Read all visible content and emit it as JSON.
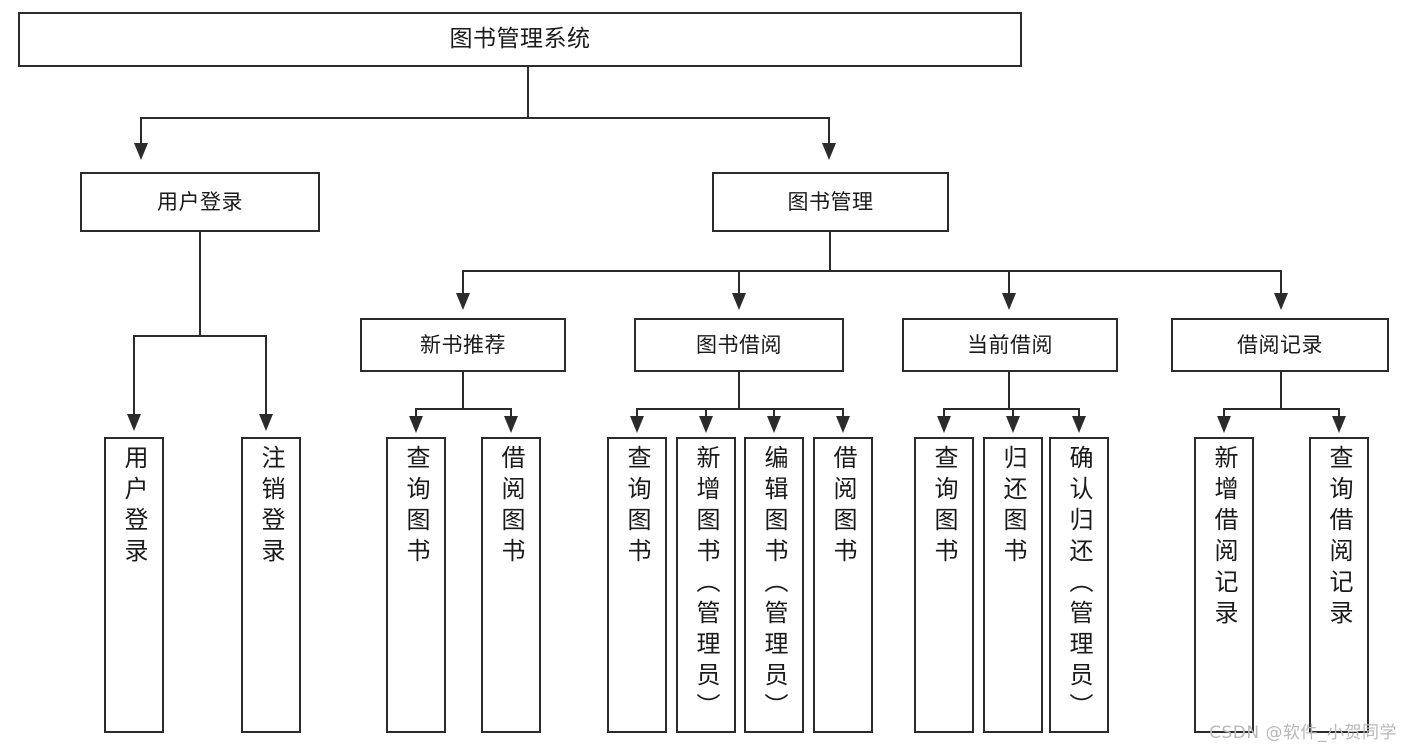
{
  "diagram": {
    "title": "图书管理系统",
    "type": "tree",
    "root": {
      "label": "图书管理系统"
    },
    "level1": [
      {
        "label": "用户登录"
      },
      {
        "label": "图书管理"
      }
    ],
    "level2": [
      {
        "label": "新书推荐"
      },
      {
        "label": "图书借阅"
      },
      {
        "label": "当前借阅"
      },
      {
        "label": "借阅记录"
      }
    ],
    "leaves": [
      {
        "label": "用户登录",
        "parent": "用户登录"
      },
      {
        "label": "注销登录",
        "parent": "用户登录"
      },
      {
        "label": "查询图书",
        "parent": "新书推荐"
      },
      {
        "label": "借阅图书",
        "parent": "新书推荐"
      },
      {
        "label": "查询图书",
        "parent": "图书借阅"
      },
      {
        "label": "新增图书（管理员）",
        "parent": "图书借阅"
      },
      {
        "label": "编辑图书（管理员）",
        "parent": "图书借阅"
      },
      {
        "label": "借阅图书",
        "parent": "图书借阅"
      },
      {
        "label": "查询图书",
        "parent": "当前借阅"
      },
      {
        "label": "归还图书",
        "parent": "当前借阅"
      },
      {
        "label": "确认归还（管理员）",
        "parent": "当前借阅"
      },
      {
        "label": "新增借阅记录",
        "parent": "借阅记录"
      },
      {
        "label": "查询借阅记录",
        "parent": "借阅记录"
      }
    ]
  },
  "watermark": {
    "text": "CSDN @软件_小贺同学"
  },
  "colors": {
    "stroke": "#2b2b2b",
    "background": "#ffffff",
    "text": "#1a1a1a",
    "watermark": "#b9b9b9"
  }
}
